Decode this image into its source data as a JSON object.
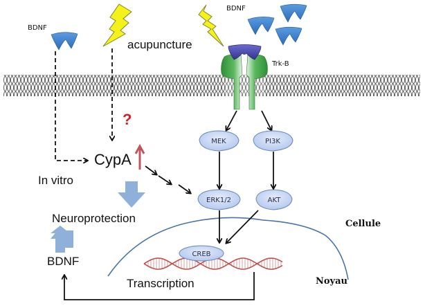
{
  "labels": {
    "bdnf_left": "BDNF",
    "acupuncture": "acupuncture",
    "bdnf_top": "BDNF",
    "trkb": "Trk-B",
    "question": "?",
    "cypa": "CypA",
    "in_vitro": "In vitro",
    "neuroprotection": "Neuroprotection",
    "bdnf_bottom": "BDNF",
    "transcription": "Transcription",
    "cellule": "Cellule",
    "noyau": "Noyau"
  },
  "nodes": {
    "mek": "MEK",
    "pi3k": "PI3K",
    "erk": "ERK1/2",
    "akt": "AKT",
    "creb": "CREB"
  },
  "colors": {
    "bdnf_blue": "#3c7dc8",
    "lightning_yellow": "#f4f21a",
    "receptor_green": "#3fa244",
    "ligand_purple": "#4b4aa8",
    "node_fill": "#c7d6f2",
    "node_stroke": "#6a86bf",
    "big_arrow": "#8fb0d8",
    "cypa_arrow_red": "#c0555c",
    "question_red": "#d0202a",
    "nucleus_line": "#4a74a8",
    "dna_red": "#c0504d"
  }
}
